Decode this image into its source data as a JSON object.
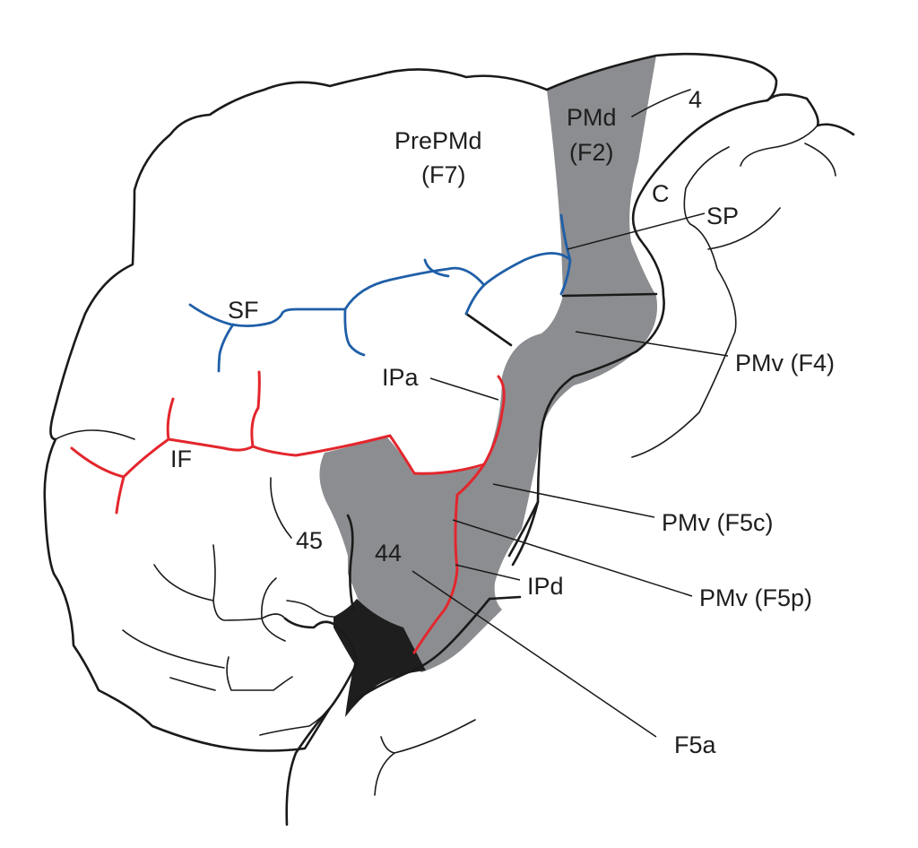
{
  "diagram": {
    "title": "Macaque frontal cortex lateral view with premotor subdivisions",
    "colors": {
      "gray_region": "#8c8d90",
      "black_region": "#1e1e1e",
      "superior_frontal_sulcus": "#1f5fa8",
      "inferior_frontal_sulcus": "#e3262d",
      "outline": "#1a1a1a",
      "background": "#ffffff"
    },
    "labels": {
      "prepmd_line1": "PrePMd",
      "prepmd_line2": "(F7)",
      "pmd_line1": "PMd",
      "pmd_line2": "(F2)",
      "area4": "4",
      "central": "C",
      "sp": "SP",
      "sf": "SF",
      "ipa": "IPa",
      "if": "IF",
      "pmv_f4": "PMv (F4)",
      "pmv_f5c": "PMv (F5c)",
      "area45": "45",
      "area44": "44",
      "ipd": "IPd",
      "pmv_f5p": "PMv (F5p)",
      "f5a": "F5a"
    }
  }
}
